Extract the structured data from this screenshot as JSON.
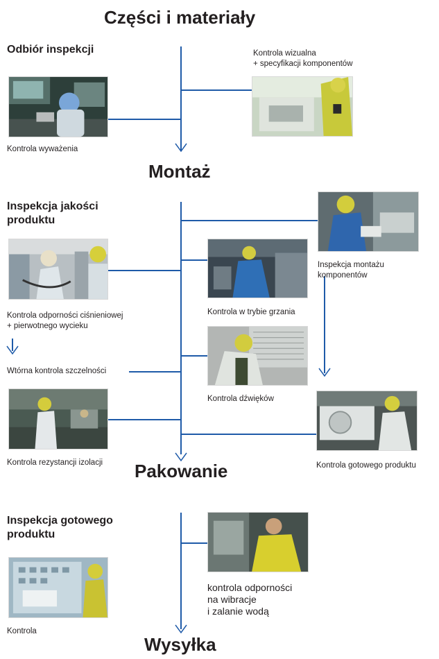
{
  "stages": {
    "parts": "Części i materiały",
    "assembly": "Montaż",
    "packing": "Pakowanie",
    "shipping": "Wysyłka"
  },
  "sections": {
    "receiving": {
      "heading": "Odbiór inspekcji",
      "balance_caption": "Kontrola wyważenia",
      "visual_caption_1": "Kontrola wizualna",
      "visual_caption_2": "+ specyfikacji komponentów"
    },
    "quality": {
      "heading_1": "Inspekcja jakości",
      "heading_2": "produktu",
      "pressure_caption_1": "Kontrola odporności ciśnieniowej",
      "pressure_caption_2": "+ pierwotnego wycieku",
      "secondary_leak": "Wtórna kontrola szczelności",
      "insulation_caption": "Kontrola rezystancji izolacji",
      "heating_caption": "Kontrola w trybie grzania",
      "sound_caption": "Kontrola dźwięków",
      "component_caption_1": "Inspekcja montażu",
      "component_caption_2": "komponentów",
      "finished_caption": "Kontrola gotowego produktu"
    },
    "final": {
      "heading_1": "Inspekcja gotowego",
      "heading_2": "produktu",
      "control_caption": "Kontrola",
      "vibration_caption_1": "kontrola odporności",
      "vibration_caption_2": "na wibracje",
      "vibration_caption_3": "i zalanie wodą"
    }
  },
  "colors": {
    "flow_line": "#1e5aa8",
    "text": "#231f20"
  }
}
